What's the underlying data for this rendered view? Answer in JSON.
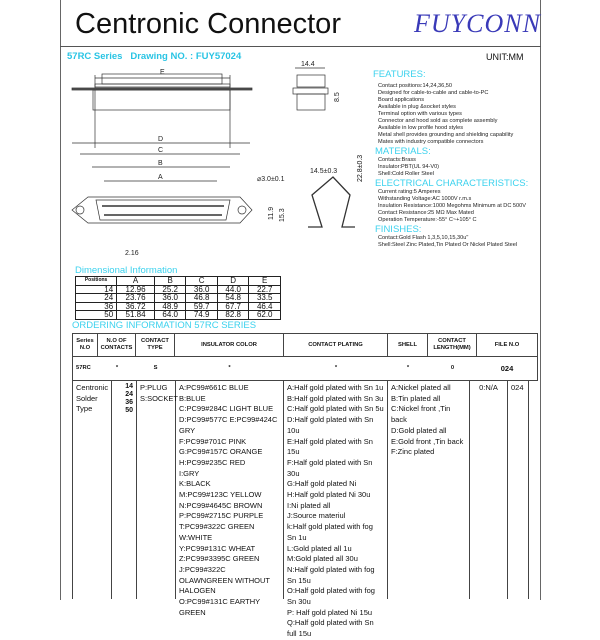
{
  "header": {
    "title": "Centronic Connector",
    "logo": "FUYCONN",
    "series_line": "57RC Series   Drawing NO. : FUY57024",
    "unit": "UNIT:MM"
  },
  "drawing": {
    "labels": {
      "E": "E",
      "w144": "14.4",
      "h85": "8.5",
      "D": "D",
      "C": "C",
      "B": "B",
      "A": "A",
      "hole": "⌀3.0±0.1",
      "h119": "11.9",
      "h153": "15.3",
      "p216": "2.16",
      "clip_w": "14.5±0.3",
      "clip_h": "22.8±0.3"
    }
  },
  "features": {
    "title": "FEATURES:",
    "items": [
      "Contact positions:14,24,36,50",
      "Designed for cable-to-cable and cable-to-PC",
      "Board applications",
      "Available in plug &socket styles",
      "Terminal option with various types",
      "Connector and hood sold as complete assembly",
      "Available in low profile hood styles",
      "Metal shell provides grounding and shielding capability",
      "Mates with industry compatible connectors"
    ]
  },
  "materials": {
    "title": "MATERIALS:",
    "items": [
      "Contacts:Brass",
      "Insulator:PBT(UL 94-V0)",
      "Shell:Cold Roller Steel"
    ]
  },
  "electrical": {
    "title": "ELECTRICAL CHARACTERISTICS:",
    "items": [
      "Current rating:5 Amperes",
      "Withstanding Voltage:AC 1000V r.m.s",
      "Insulation Resistance:1000  Megohms Minimum at DC 500V",
      "Contact Resistance:25 MΩ  Max Mated",
      "Operation Temperature:-55° C~+105° C"
    ]
  },
  "finishes": {
    "title": "FINISHES:",
    "items": [
      "Contact:Gold Flash 1,3,5,10,15,30u\"",
      "Shell:Steel Zinc Plated,Tin Plated Or Nickel Plated Steel"
    ]
  },
  "dimensional": {
    "title": "Dimensional Information",
    "headers": [
      "Positions",
      "A",
      "B",
      "C",
      "D",
      "E"
    ],
    "rows": [
      [
        "14",
        "12.96",
        "25.2",
        "36.0",
        "44.0",
        "22.7"
      ],
      [
        "24",
        "23.76",
        "36.0",
        "46.8",
        "54.8",
        "33.5"
      ],
      [
        "36",
        "36.72",
        "48.9",
        "59.7",
        "67.7",
        "46.4"
      ],
      [
        "50",
        "51.84",
        "64.0",
        "74.9",
        "82.8",
        "62.0"
      ]
    ]
  },
  "ordering": {
    "title": "ORDERING INFORMATION 57RC SERIES",
    "headers": [
      "Series N.O",
      "N.O OF CONTACTS",
      "CONTACT TYPE",
      "INSULATOR COLOR",
      "CONTACT PLATING",
      "SHELL",
      "CONTACT LENGTH(MM)",
      "FILE N.O"
    ],
    "code": [
      "57RC",
      "*",
      "S",
      "*",
      "*",
      "*",
      "0",
      "024"
    ],
    "body": {
      "series": "Centronic Solder Type",
      "contacts": [
        "14",
        "24",
        "36",
        "50"
      ],
      "types": [
        "P:PLUG",
        "S:SOCKET"
      ],
      "insulator": [
        "A:PC99#661C BLUE",
        "B:BLUE",
        "C:PC99#284C LIGHT BLUE",
        "D:PC99#577C E:PC99#424C GRY",
        "F:PC99#701C PINK",
        "G:PC99#157C ORANGE",
        "H:PC99#235C RED",
        "I:GRY",
        "K:BLACK",
        "M:PC99#123C  YELLOW",
        "N:PC99#4645C BROWN",
        "P:PC99#2715C PURPLE",
        "T:PC99#322C GREEN",
        "W:WHITE",
        "Y:PC99#131C WHEAT",
        "Z:PC99#3395C GREEN",
        "J:PC99#322C OLAWNGREEN WITHOUT HALOGEN",
        "O:PC99#131C EARTHY GREEN"
      ],
      "plating": [
        "A:Half gold plated with Sn 1u",
        "B:Half gold plated with Sn 3u",
        "C:Half gold plated with Sn 5u",
        "D:Half gold plated with Sn 10u",
        "E:Half gold plated with Sn 15u",
        "F:Half gold plated with Sn 30u",
        "G:Half gold plated Ni",
        "H:Half gold plated Ni 30u",
        "I:Ni plated all",
        "J:Source materiul",
        "k:Half gold plated with fog Sn 1u",
        "L:Gold plated all 1u",
        "M:Gold plated all 30u",
        "N:Half gold plated with fog Sn 15u",
        "O:Half gold plated with fog Sn 30u",
        "P:  Half gold plated Ni 15u",
        "Q:Half gold plated with Sn full 15u"
      ],
      "shell": [
        "A:Nickel plated all",
        "B:Tin plated all",
        "C:Nickel front ,Tin back",
        "D:Gold plated all",
        "E:Gold front ,Tin back",
        "F:Zinc plated"
      ],
      "length": "0:N/A",
      "file": "024"
    }
  }
}
